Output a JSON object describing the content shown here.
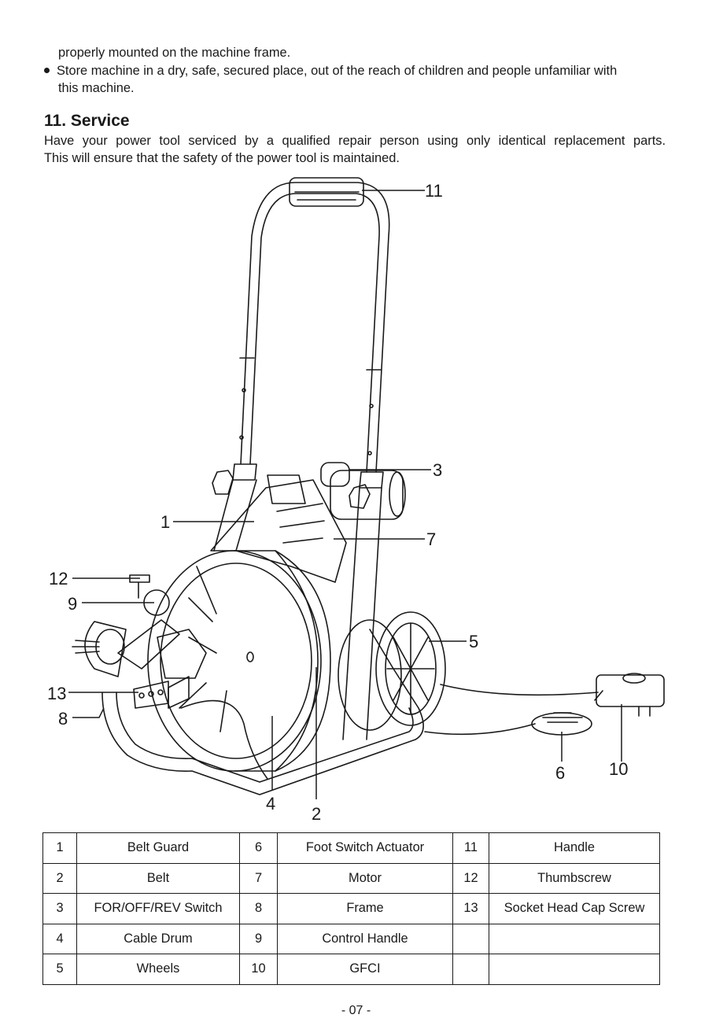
{
  "intro": {
    "line1": "properly mounted on the machine frame.",
    "bullet_line1": "Store machine in a dry, safe, secured place, out of the reach of children and people unfamiliar with",
    "bullet_line2": "this machine."
  },
  "service": {
    "heading": "11. Service",
    "line1": "Have your power tool serviced by a qualified repair person using only identical replacement parts.",
    "line2": "This will ensure that the safety of the power tool is maintained."
  },
  "figure": {
    "callouts": [
      "11",
      "3",
      "1",
      "7",
      "12",
      "9",
      "5",
      "13",
      "8",
      "6",
      "10",
      "4",
      "2"
    ]
  },
  "parts_table": {
    "rows": [
      [
        {
          "num": "1",
          "name": "Belt Guard"
        },
        {
          "num": "6",
          "name": "Foot Switch Actuator"
        },
        {
          "num": "11",
          "name": "Handle"
        }
      ],
      [
        {
          "num": "2",
          "name": "Belt"
        },
        {
          "num": "7",
          "name": "Motor"
        },
        {
          "num": "12",
          "name": "Thumbscrew"
        }
      ],
      [
        {
          "num": "3",
          "name": "FOR/OFF/REV Switch"
        },
        {
          "num": "8",
          "name": "Frame"
        },
        {
          "num": "13",
          "name": "Socket Head Cap Screw"
        }
      ],
      [
        {
          "num": "4",
          "name": "Cable Drum"
        },
        {
          "num": "9",
          "name": "Control Handle"
        },
        {
          "num": "",
          "name": ""
        }
      ],
      [
        {
          "num": "5",
          "name": "Wheels"
        },
        {
          "num": "10",
          "name": "GFCI"
        },
        {
          "num": "",
          "name": ""
        }
      ]
    ]
  },
  "page_number": "- 07 -"
}
